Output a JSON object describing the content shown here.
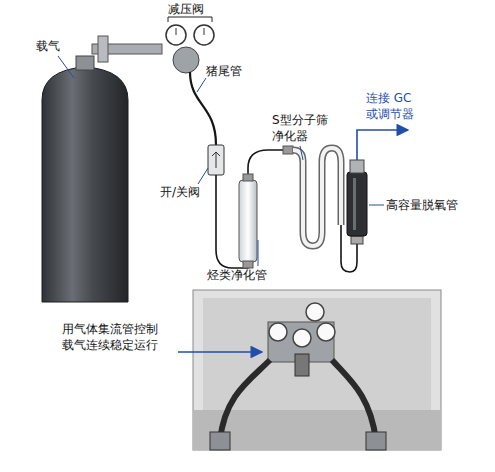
{
  "diagram": {
    "labels": [
      "载气",
      "减压阀",
      "猪尾管",
      "连接 GC 或调节器",
      "S型分子筛 净化器",
      "开/关阀",
      "高容量脱氧管",
      "烃类净化管",
      "用气体集流管控制 载气连续稳定运行"
    ]
  }
}
